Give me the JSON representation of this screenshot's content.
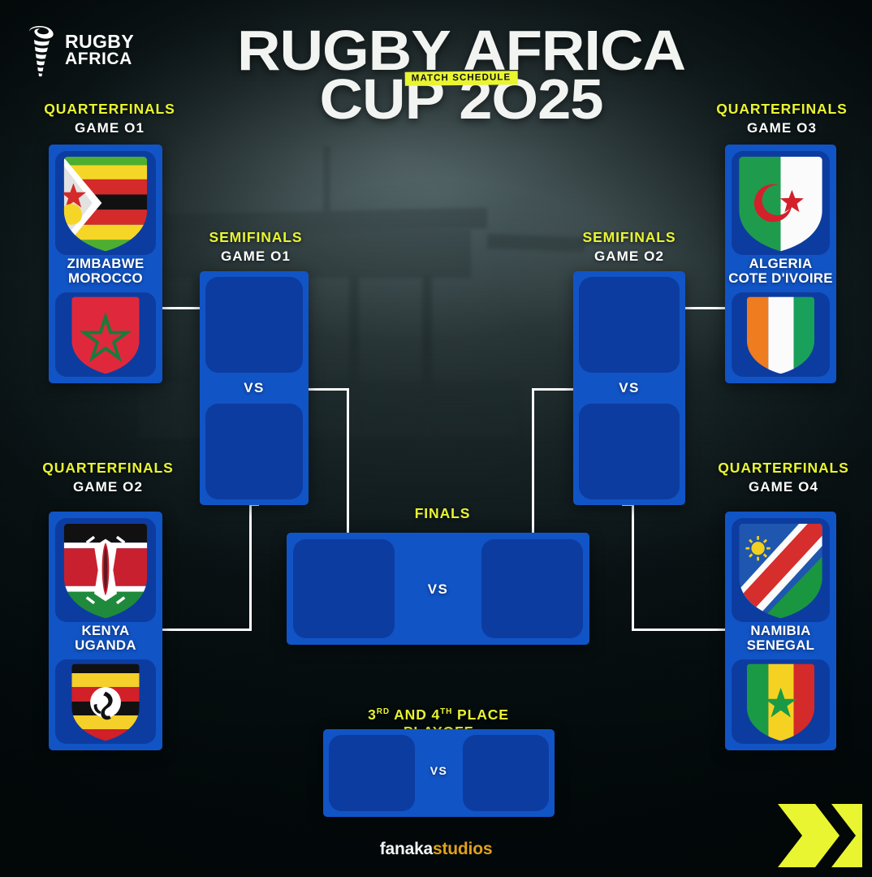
{
  "brand": {
    "logo_icon": "rugby-africa-spiral-logo",
    "logo_line1": "RUGBY",
    "logo_line2": "AFRICA"
  },
  "header": {
    "title_line1": "RUGBY AFRICA",
    "title_line2": "CUP 2O25",
    "badge": "MATCH SCHEDULE"
  },
  "colors": {
    "accent_yellow": "#e9f531",
    "card_blue": "#1154c6",
    "slot_blue": "#0d3ca0",
    "connector_white": "#ffffff",
    "background_dark": "#0c1a1c",
    "footer_gold": "#e0a11c"
  },
  "bracket": {
    "quarterfinals": [
      {
        "round": "QUARTERFINALS",
        "game": "GAME O1",
        "team_top": "ZIMBABWE",
        "team_bottom": "MOROCCO",
        "flag_top": "zimbabwe-flag-shield",
        "flag_bottom": "morocco-flag-shield"
      },
      {
        "round": "QUARTERFINALS",
        "game": "GAME O2",
        "team_top": "KENYA",
        "team_bottom": "UGANDA",
        "flag_top": "kenya-flag-shield",
        "flag_bottom": "uganda-flag-shield"
      },
      {
        "round": "QUARTERFINALS",
        "game": "GAME O3",
        "team_top": "ALGERIA",
        "team_bottom": "COTE D'IVOIRE",
        "flag_top": "algeria-flag-shield",
        "flag_bottom": "cote-divoire-flag-shield"
      },
      {
        "round": "QUARTERFINALS",
        "game": "GAME O4",
        "team_top": "NAMIBIA",
        "team_bottom": "SENEGAL",
        "flag_top": "namibia-flag-shield",
        "flag_bottom": "senegal-flag-shield"
      }
    ],
    "semifinals": [
      {
        "round": "SEMIFINALS",
        "game": "GAME O1",
        "vs": "VS",
        "team_top": "",
        "team_bottom": ""
      },
      {
        "round": "SEMIFINALS",
        "game": "GAME O2",
        "vs": "VS",
        "team_top": "",
        "team_bottom": ""
      }
    ],
    "finals": {
      "round": "FINALS",
      "vs": "VS",
      "team_left": "",
      "team_right": ""
    },
    "third_place": {
      "round_prefix": "3",
      "round_sup1": "RD",
      "round_mid": " AND 4",
      "round_sup2": "TH",
      "round_suffix": " PLACE PLAYOFF",
      "vs": "VS",
      "team_left": "",
      "team_right": ""
    }
  },
  "footer": {
    "studio_name_1": "fanaka",
    "studio_name_2": "studios",
    "chevron_icon": "double-chevron-right-icon"
  }
}
